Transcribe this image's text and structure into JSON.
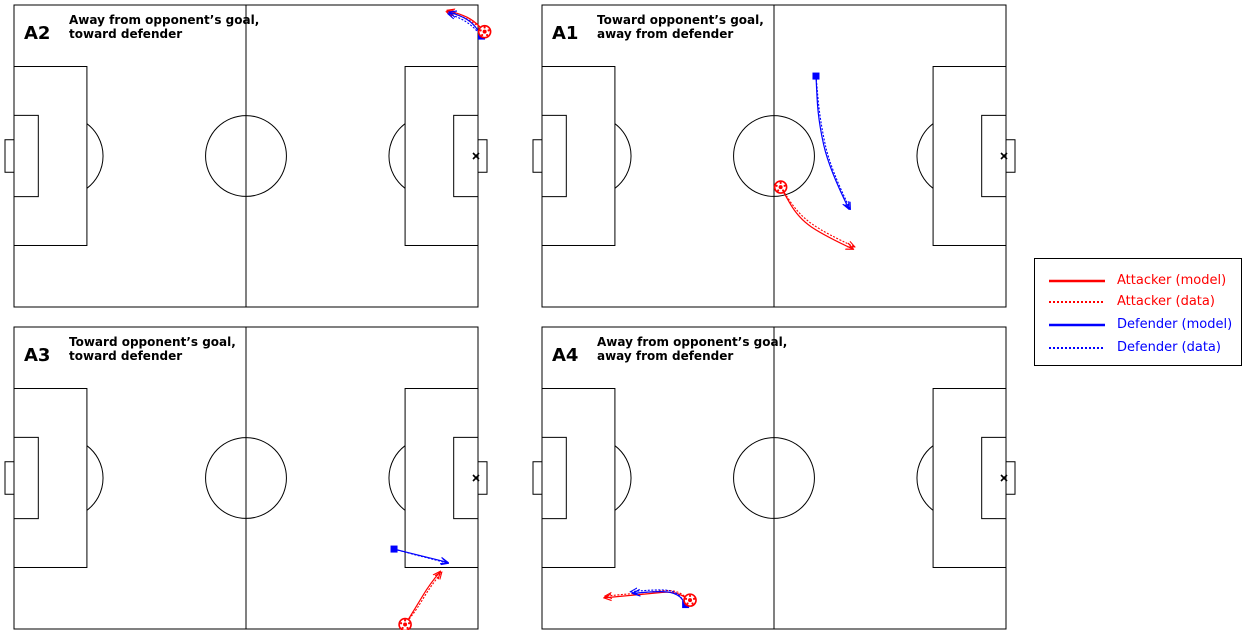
{
  "panels": [
    {
      "id": "A2",
      "caption": [
        "Away from opponent’s goal,",
        "toward defender"
      ],
      "attacker_model": [
        [
          106.5,
          6
        ],
        [
          104,
          3.5
        ],
        [
          101,
          2
        ],
        [
          98,
          1.2
        ]
      ],
      "attacker_data": [
        [
          106.5,
          6
        ],
        [
          103.8,
          3.8
        ],
        [
          100.8,
          2.3
        ],
        [
          97.8,
          1.5
        ]
      ],
      "defender_model": [
        [
          105.8,
          7
        ],
        [
          104,
          4.2
        ],
        [
          101.2,
          2.4
        ],
        [
          98.4,
          1.6
        ]
      ],
      "defender_data": [
        [
          105.8,
          7
        ],
        [
          103.6,
          4.6
        ],
        [
          100.8,
          2.8
        ],
        [
          98.2,
          2
        ]
      ]
    },
    {
      "id": "A1",
      "caption": [
        "Toward opponent’s goal,",
        "away from defender"
      ],
      "attacker_model": [
        [
          54,
          41
        ],
        [
          58,
          48
        ],
        [
          64,
          52
        ],
        [
          70.5,
          55
        ]
      ],
      "attacker_data": [
        [
          54,
          41
        ],
        [
          58.3,
          47.4
        ],
        [
          64.3,
          51.5
        ],
        [
          70.8,
          54.5
        ]
      ],
      "defender_model": [
        [
          62,
          16
        ],
        [
          62.5,
          26
        ],
        [
          65,
          37
        ],
        [
          69.5,
          46
        ]
      ],
      "defender_data": [
        [
          62,
          16
        ],
        [
          62.9,
          26
        ],
        [
          65.3,
          37
        ],
        [
          69.8,
          46
        ]
      ]
    },
    {
      "id": "A3",
      "caption": [
        "Toward opponent’s goal,",
        "toward defender"
      ],
      "attacker_model": [
        [
          88.5,
          67
        ],
        [
          91,
          63
        ],
        [
          94,
          58
        ],
        [
          96.5,
          55
        ]
      ],
      "attacker_data": [
        [
          88.5,
          67
        ],
        [
          91.3,
          63.3
        ],
        [
          94.3,
          58.3
        ],
        [
          96.8,
          55.2
        ]
      ],
      "defender_model": [
        [
          86,
          50
        ],
        [
          90,
          51
        ],
        [
          94,
          52
        ],
        [
          98.2,
          53
        ]
      ],
      "defender_data": [
        [
          86,
          50
        ],
        [
          90,
          51.1
        ],
        [
          94,
          52.1
        ],
        [
          98.3,
          53.2
        ]
      ]
    },
    {
      "id": "A4",
      "caption": [
        "Away from opponent’s goal,",
        "away from defender"
      ],
      "attacker_model": [
        [
          33.5,
          61.5
        ],
        [
          30,
          59.5
        ],
        [
          24.5,
          60
        ],
        [
          14,
          61
        ]
      ],
      "attacker_data": [
        [
          33.5,
          61.5
        ],
        [
          30.2,
          59.1
        ],
        [
          24.3,
          59.7
        ],
        [
          14.2,
          60.6
        ]
      ],
      "defender_model": [
        [
          32.5,
          62.5
        ],
        [
          31,
          60.2
        ],
        [
          27,
          59.3
        ],
        [
          20.5,
          60
        ]
      ],
      "defender_data": [
        [
          32.5,
          62.5
        ],
        [
          30.6,
          59.6
        ],
        [
          26.6,
          59
        ],
        [
          20,
          59.6
        ]
      ]
    }
  ],
  "legend": [
    {
      "label": "Attacker (model)",
      "color": "#ff0000",
      "dash": "solid"
    },
    {
      "label": "Attacker (data)",
      "color": "#ff0000",
      "dash": "dotted"
    },
    {
      "label": "Defender (model)",
      "color": "#0000ff",
      "dash": "solid"
    },
    {
      "label": "Defender (data)",
      "color": "#0000ff",
      "dash": "dotted"
    }
  ],
  "colors": {
    "attacker": "#ff0000",
    "defender": "#0000ff",
    "pitch_line": "#000000"
  },
  "icons": {
    "attacker": "soccer-ball-icon",
    "defender": "blue-square-marker-icon",
    "goal": "x-mark-icon"
  }
}
